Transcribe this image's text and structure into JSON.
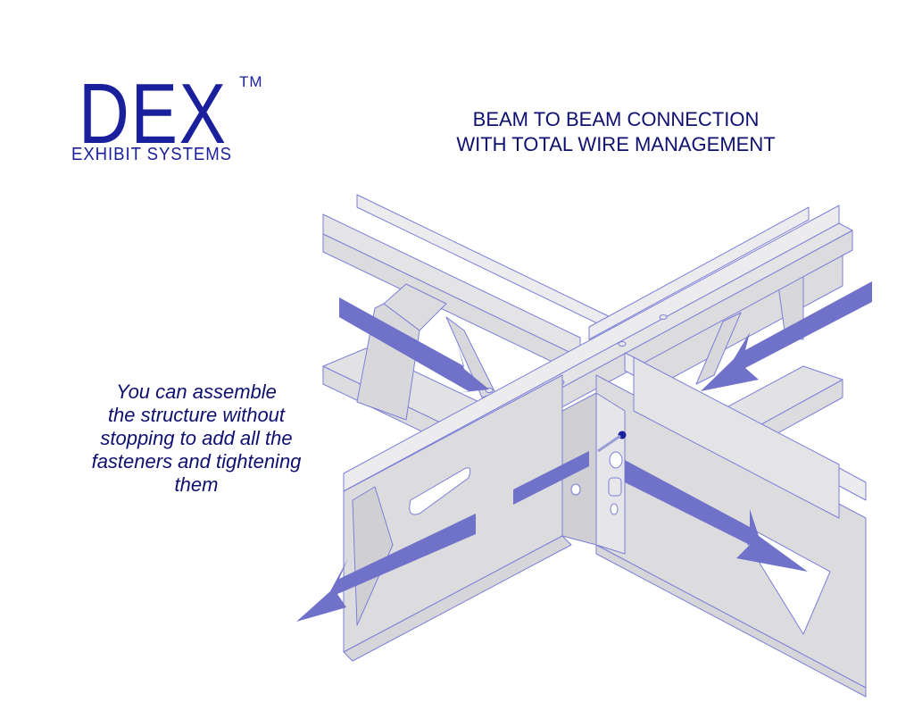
{
  "logo": {
    "brand": "DEX",
    "trademark": "TM",
    "subtitle": "EXHIBIT SYSTEMS",
    "color": "#1a1f9c"
  },
  "title": {
    "lines": [
      "BEAM TO BEAM CONNECTION",
      "WITH TOTAL WIRE MANAGEMENT"
    ],
    "color": "#0e1070"
  },
  "caption": {
    "lines": [
      "You can assemble",
      "the structure without",
      "stopping to add all the",
      "fasteners and tightening",
      "them"
    ],
    "color": "#0e1070"
  },
  "illustration": {
    "subject": "beam-to-beam-cross-connection",
    "beam_fill": "#dcdcdf",
    "beam_outline": "#7b7fd6",
    "arrow_color": "#6f72c8",
    "arrows": [
      {
        "name": "arrow-upper-left-inward",
        "direction": "down-right"
      },
      {
        "name": "arrow-upper-right-inward",
        "direction": "down-left"
      },
      {
        "name": "arrow-lower-left-outward",
        "direction": "down-left"
      },
      {
        "name": "arrow-lower-right-outward",
        "direction": "down-right"
      }
    ]
  }
}
